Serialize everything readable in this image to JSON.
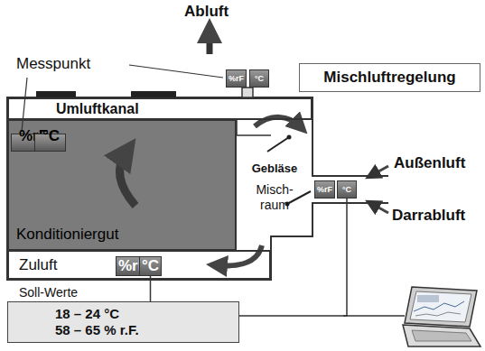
{
  "diagram": {
    "nodes": [
      {
        "text": [
          "%rF"
        ]
      },
      {
        "text": [
          "°C"
        ]
      },
      {
        "text": [
          "Mischluftregelung"
        ]
      },
      {
        "text": [
          "Umluftkanal"
        ]
      },
      {
        "text": [
          "Konditioniergut"
        ]
      },
      {
        "text": [
          "%rF"
        ],
        "in": 4
      },
      {
        "text": [
          "°C"
        ],
        "in": 4
      },
      {
        "text": [
          "Gebläse",
          "Misch- raum"
        ]
      },
      {
        "text": [
          "%rF"
        ]
      },
      {
        "text": [
          "°C"
        ]
      },
      {
        "text": [
          "Zuluft"
        ]
      },
      {
        "text": [
          "%rF"
        ],
        "in": 10
      },
      {
        "text": [
          "°C"
        ],
        "in": 10
      },
      {
        "text": [
          "Soll-Werte",
          "18 – 24 °C",
          "58 – 65 % r.F."
        ]
      }
    ],
    "edges": [
      {
        "from": 12,
        "to": 13,
        "arrow": "none"
      },
      {
        "from": 9,
        "to": 13,
        "arrow": "none"
      }
    ],
    "labels": [
      "Abluft",
      "Messpunkt",
      "Außenluft",
      "Darrabluft"
    ]
  }
}
